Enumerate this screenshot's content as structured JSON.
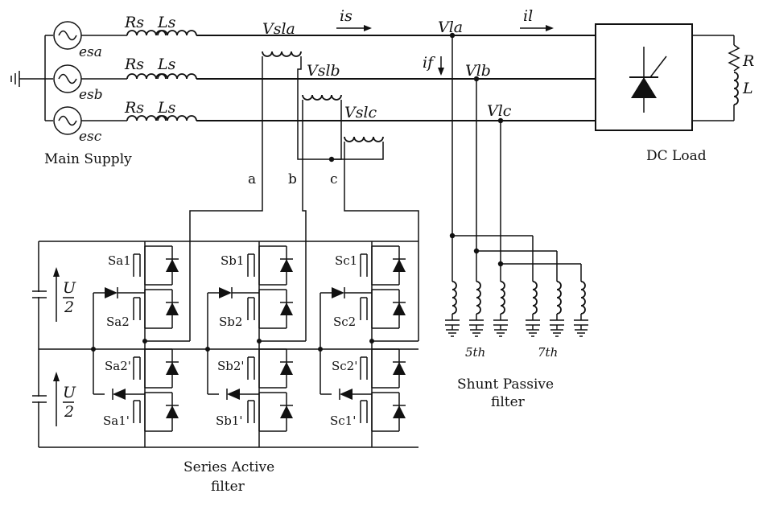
{
  "labels": {
    "source_a": "esa",
    "source_b": "esb",
    "source_c": "esc",
    "rs": "Rs",
    "ls": "Ls",
    "vsla": "Vsla",
    "vslb": "Vslb",
    "vslc": "Vslc",
    "is": "is",
    "il": "il",
    "if": "if",
    "vla": "Vla",
    "vlb": "Vlb",
    "vlc": "Vlc",
    "r": "R",
    "l": "L",
    "main_supply": "Main Supply",
    "dc_load": "DC Load",
    "phase_a": "a",
    "phase_b": "b",
    "phase_c": "c",
    "u_num": "U",
    "u_den": "2",
    "sa1": "Sa1",
    "sa2": "Sa2",
    "sa2p": "Sa2'",
    "sa1p": "Sa1'",
    "sb1": "Sb1",
    "sb2": "Sb2",
    "sb2p": "Sb2'",
    "sb1p": "Sb1'",
    "sc1": "Sc1",
    "sc2": "Sc2",
    "sc2p": "Sc2'",
    "sc1p": "Sc1'",
    "fifth": "5th",
    "seventh": "7th",
    "shunt_line1": "Shunt Passive",
    "shunt_line2": "filter",
    "series_line1": "Series Active",
    "series_line2": "filter"
  }
}
